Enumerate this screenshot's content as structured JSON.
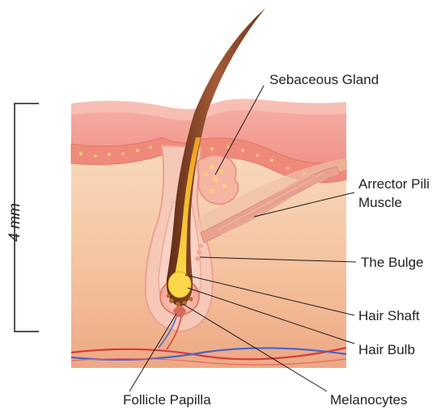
{
  "scale": {
    "text": "4 mm"
  },
  "labels": {
    "sebaceous_gland": "Sebaceous Gland",
    "arrector_pili_line1": "Arrector Pili",
    "arrector_pili_line2": "Muscle",
    "the_bulge": "The Bulge",
    "hair_shaft": "Hair Shaft",
    "hair_bulb": "Hair Bulb",
    "follicle_papilla": "Follicle Papilla",
    "melanocytes": "Melanocytes"
  },
  "colors": {
    "epidermis": "#f4a49a",
    "dermis": "#f7ccaa",
    "hypodermis": "#eeae8a",
    "hair": "#8a4a2c",
    "hair_core": "#f7c21a",
    "follicle_sheath": "#f2b6a6",
    "vein": "#4a64c8",
    "artery": "#d83a3a"
  }
}
